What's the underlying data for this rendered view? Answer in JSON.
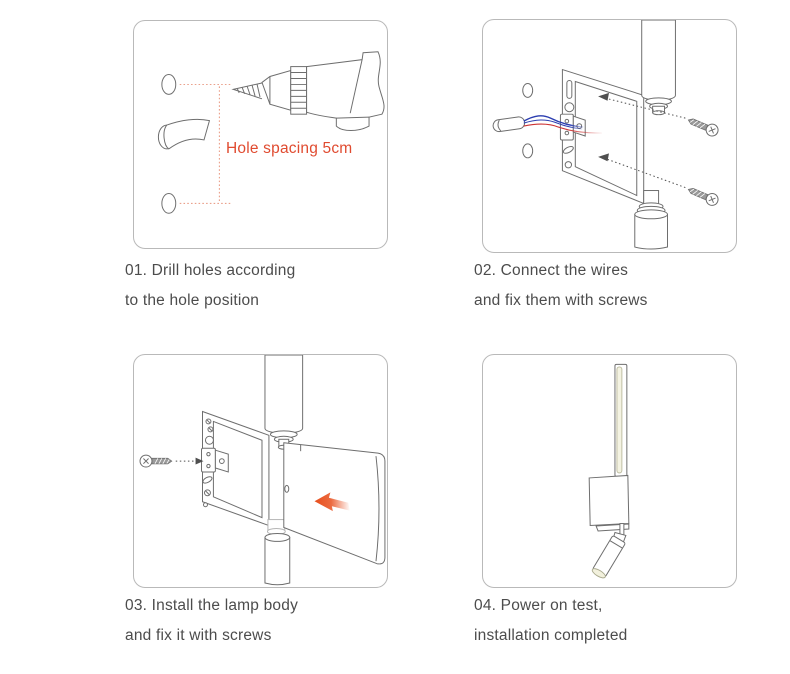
{
  "steps": [
    {
      "id": "01",
      "caption_line1": "01. Drill holes according",
      "caption_line2": "to the hole position",
      "annotation": "Hole spacing 5cm",
      "illustration": "drill-and-wall-holes"
    },
    {
      "id": "02",
      "caption_line1": "02. Connect the wires",
      "caption_line2": "and fix them with screws",
      "illustration": "bracket-wires-and-screws"
    },
    {
      "id": "03",
      "caption_line1": "03. Install the lamp body",
      "caption_line2": "and fix it with screws",
      "illustration": "lamp-body-install"
    },
    {
      "id": "04",
      "caption_line1": "04. Power on test,",
      "caption_line2": "installation completed",
      "illustration": "finished-wall-lamp"
    }
  ],
  "colors": {
    "panel_border": "#b9b9b9",
    "line_art": "#6e6e6e",
    "caption_text": "#4c4c4c",
    "annotation_red": "#e04b30",
    "guide_dots": "#e8947c",
    "arrow_red": "#e8501e",
    "wire_blue": "#2b3db0",
    "wire_red": "#cc3333",
    "lamp_tint": "#f4f3e2"
  }
}
